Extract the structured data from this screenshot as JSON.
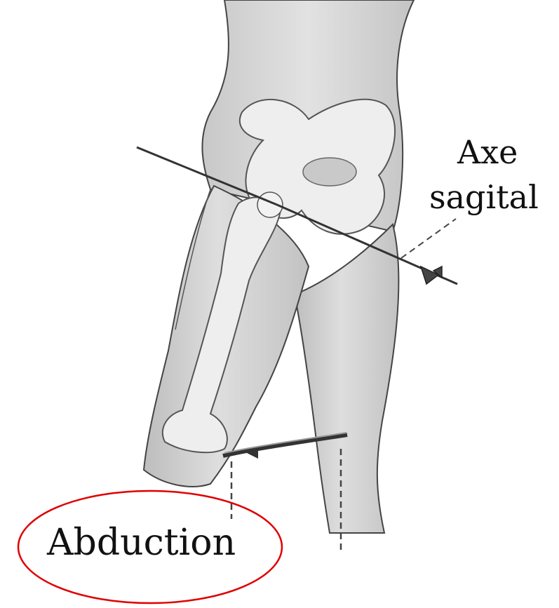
{
  "labels": {
    "axe": "Axe",
    "sagital": "sagital",
    "abduction": "Abduction"
  },
  "colors": {
    "highlight_ellipse": "#e00000",
    "skin_fill": "#d9d9d9",
    "bone_fill": "#eeeeee",
    "line": "#333333"
  }
}
